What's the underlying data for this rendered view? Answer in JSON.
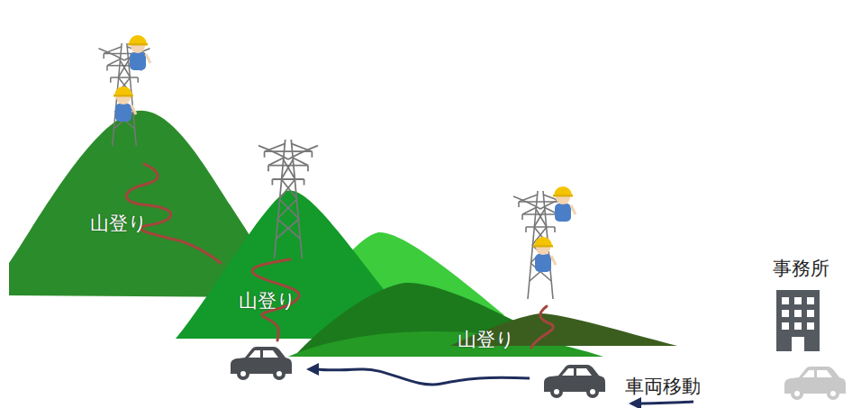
{
  "diagram": {
    "labels": [
      "山登り",
      "山登り",
      "山登り",
      "事務所",
      "車両移動"
    ]
  }
}
